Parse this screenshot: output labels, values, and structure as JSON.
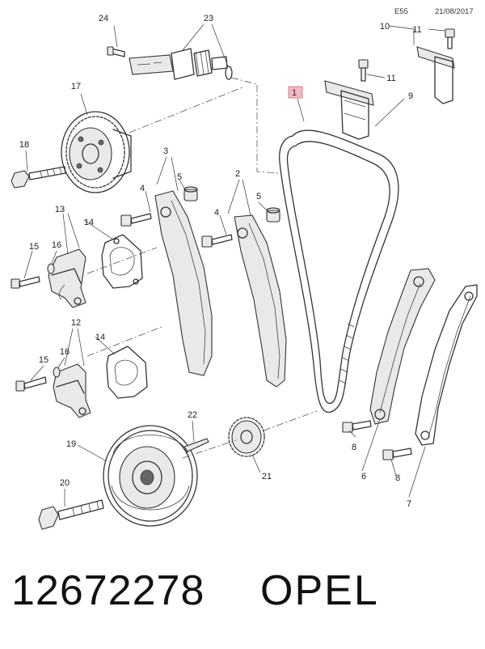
{
  "header": {
    "code": "E55",
    "date": "21/08/2017"
  },
  "footer": {
    "part_number": "12672278",
    "brand": "OPEL"
  },
  "callouts": {
    "c1": "1",
    "c2": "2",
    "c3": "3",
    "c4a": "4",
    "c4b": "4",
    "c5a": "5",
    "c5b": "5",
    "c6": "6",
    "c7": "7",
    "c8a": "8",
    "c8b": "8",
    "c9": "9",
    "c10": "10",
    "c11a": "11",
    "c11b": "11",
    "c12": "12",
    "c13": "13",
    "c14a": "14",
    "c14b": "14",
    "c15a": "15",
    "c15b": "15",
    "c16a": "16",
    "c16b": "16",
    "c17": "17",
    "c18": "18",
    "c19": "19",
    "c20": "20",
    "c21": "21",
    "c22": "22",
    "c23": "23",
    "c24": "24"
  },
  "colors": {
    "highlight_box": "#f4b8c2",
    "line": "#333333"
  }
}
